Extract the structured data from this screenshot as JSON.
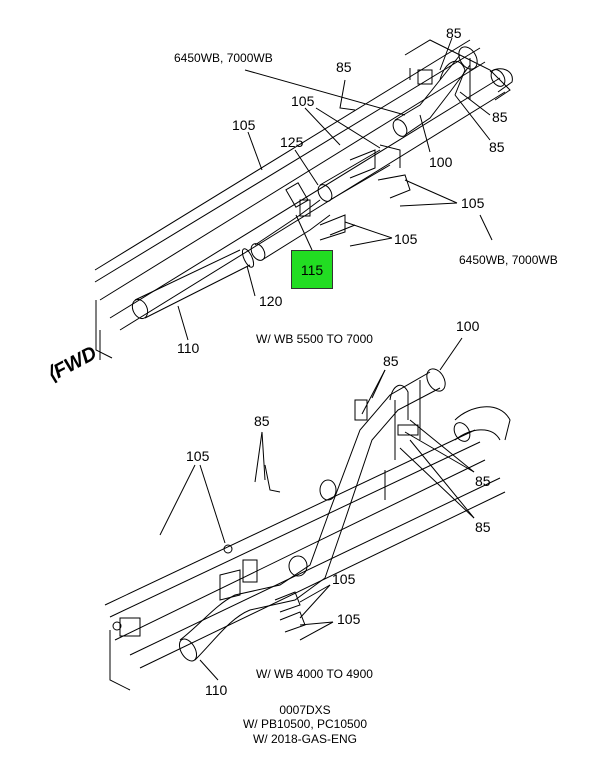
{
  "figure": {
    "top_view": {
      "caption": "W/ WB 5500 TO 7000",
      "wb_note_left": "6450WB, 7000WB",
      "wb_note_right": "6450WB, 7000WB",
      "callouts": {
        "c85_top": "85",
        "c85_left": "85",
        "c85_right_a": "85",
        "c85_right_b": "85",
        "c105_a": "105",
        "c105_b": "105",
        "c105_c": "105",
        "c105_d": "105",
        "c125": "125",
        "c100": "100",
        "c115": "115",
        "c120": "120",
        "c110": "110"
      },
      "highlight_color": "#22dd22"
    },
    "bottom_view": {
      "caption": "W/ WB 4000 TO 4900",
      "callouts": {
        "c100": "100",
        "c85_a": "85",
        "c85_b": "85",
        "c85_c": "85",
        "c85_d": "85",
        "c105_a": "105",
        "c105_b": "105",
        "c105_c": "105",
        "c110": "110"
      }
    },
    "fwd_label": "FWD",
    "footer": {
      "line1": "0007DXS",
      "line2": "W/ PB10500, PC10500",
      "line3": "W/ 2018-GAS-ENG"
    }
  }
}
